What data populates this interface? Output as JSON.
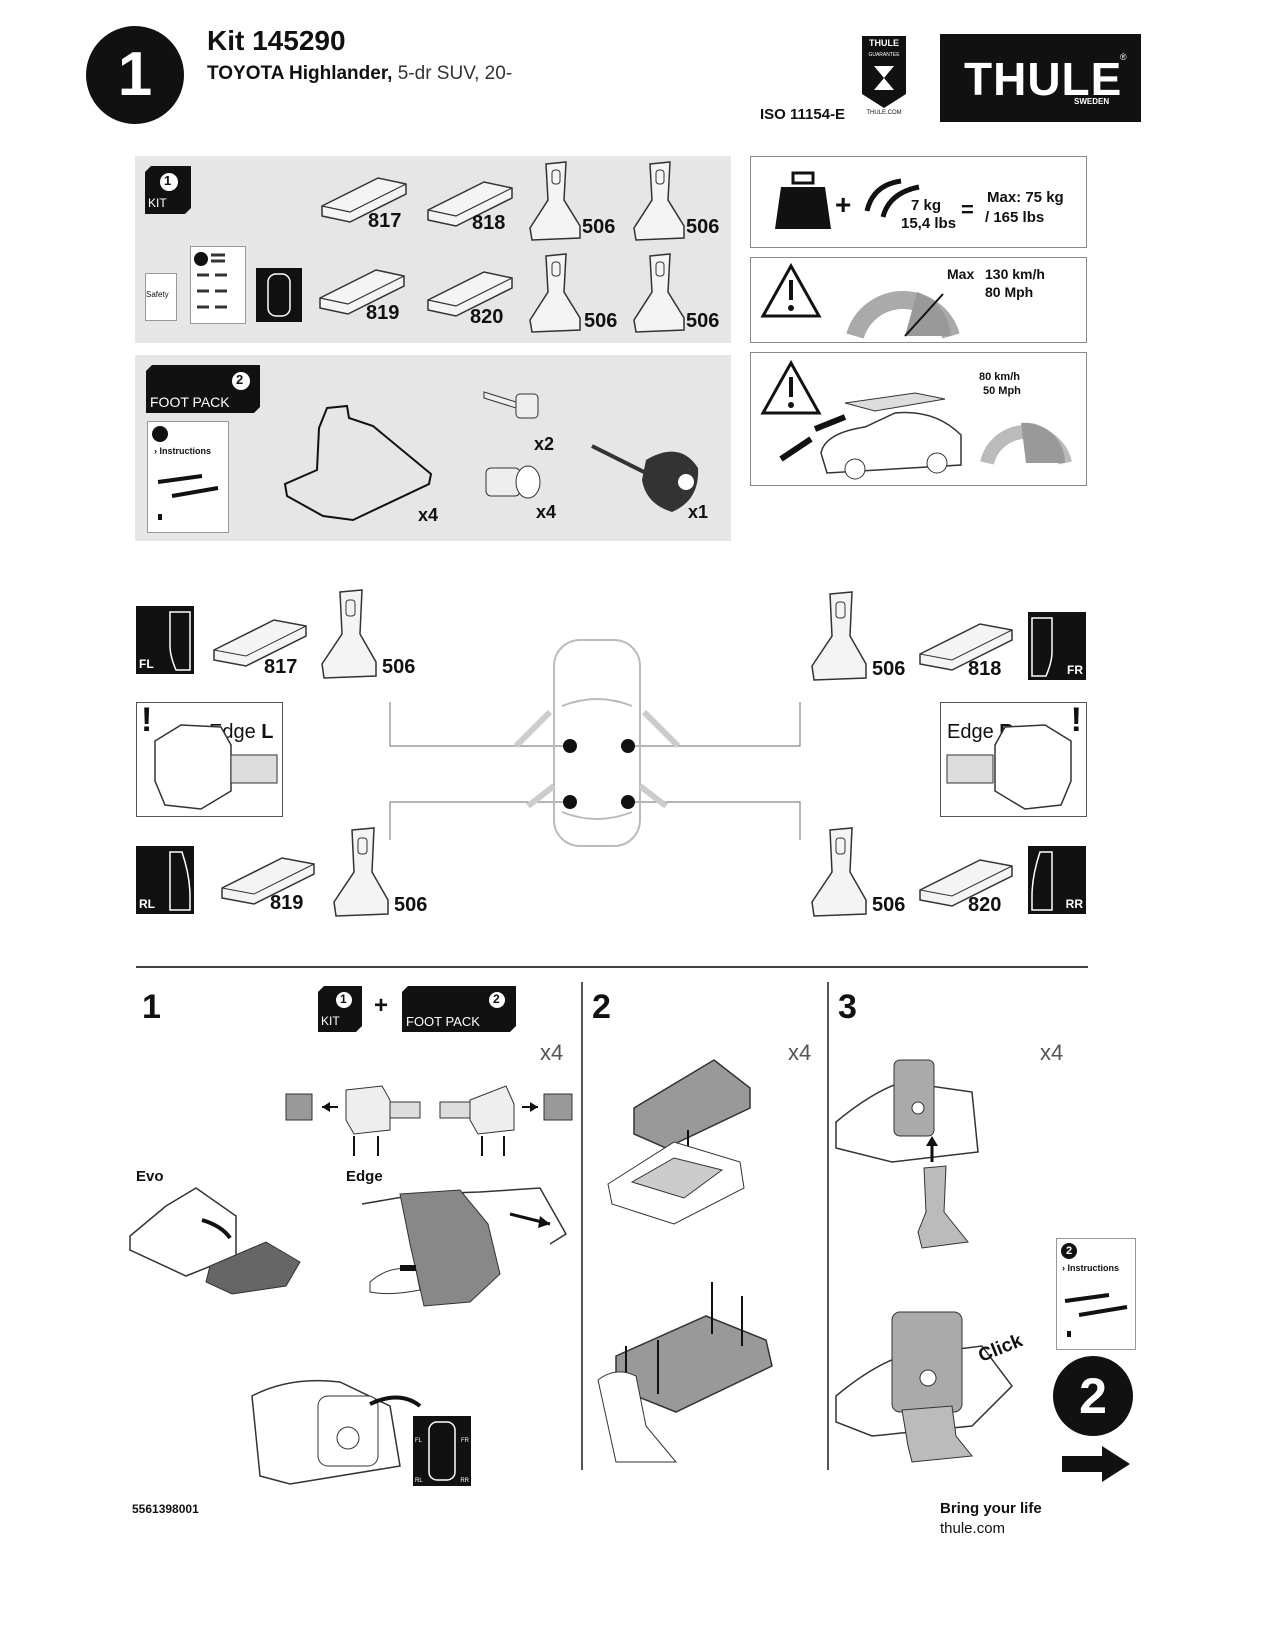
{
  "header": {
    "page_number": "1",
    "kit_title": "Kit 145290",
    "vehicle_name": "TOYOTA Highlander,",
    "vehicle_detail": " 5-dr SUV, 20-",
    "iso": "ISO 11154-E",
    "guarantee_top": "THULE",
    "guarantee_mid": "GUARANTEE",
    "guarantee_bottom": "THULE.COM",
    "logo_text": "THULE",
    "logo_sub": "SWEDEN"
  },
  "kit_panel": {
    "badge_num": "1",
    "badge_label": "KIT",
    "safety_label": "Safety",
    "parts": [
      "817",
      "818",
      "506",
      "506",
      "819",
      "820",
      "506",
      "506"
    ]
  },
  "foot_pack_panel": {
    "badge_num": "2",
    "badge_label": "FOOT PACK",
    "instructions_label": "› Instructions",
    "counts": [
      "x4",
      "x2",
      "x4",
      "x1"
    ]
  },
  "specs": {
    "weight_kg": "7 kg",
    "weight_lbs": "15,4 lbs",
    "max_load": "Max: 75 kg",
    "max_load_lbs": "/ 165 lbs",
    "max_label": "Max",
    "speed_kmh": "130 km/h",
    "speed_mph": "80 Mph",
    "warn_speed_kmh": "80 km/h",
    "warn_speed_mph": "50 Mph"
  },
  "positions": {
    "fl": {
      "tag": "FL",
      "pad": "817",
      "foot": "506"
    },
    "fr": {
      "tag": "FR",
      "pad": "818",
      "foot": "506"
    },
    "rl": {
      "tag": "RL",
      "pad": "819",
      "foot": "506"
    },
    "rr": {
      "tag": "RR",
      "pad": "820",
      "foot": "506"
    },
    "edge_left_text": "Edge ",
    "edge_left_bold": "L",
    "edge_right_text": "Edge ",
    "edge_right_bold": "R",
    "exclaim": "!"
  },
  "steps": {
    "s1": {
      "num": "1",
      "count": "x4",
      "kit_num": "1",
      "kit_label": "KIT",
      "plus": "+",
      "fp_num": "2",
      "fp_label": "FOOT PACK",
      "evo": "Evo",
      "edge": "Edge",
      "tags": [
        "FL",
        "FR",
        "RL",
        "RR"
      ]
    },
    "s2": {
      "num": "2",
      "count": "x4"
    },
    "s3": {
      "num": "3",
      "count": "x4",
      "click": "Click",
      "next_num": "2",
      "instructions_num": "2",
      "instructions_label": "› Instructions"
    }
  },
  "footer": {
    "doc_number": "5561398001",
    "tagline": "Bring your life",
    "url": "thule.com"
  }
}
